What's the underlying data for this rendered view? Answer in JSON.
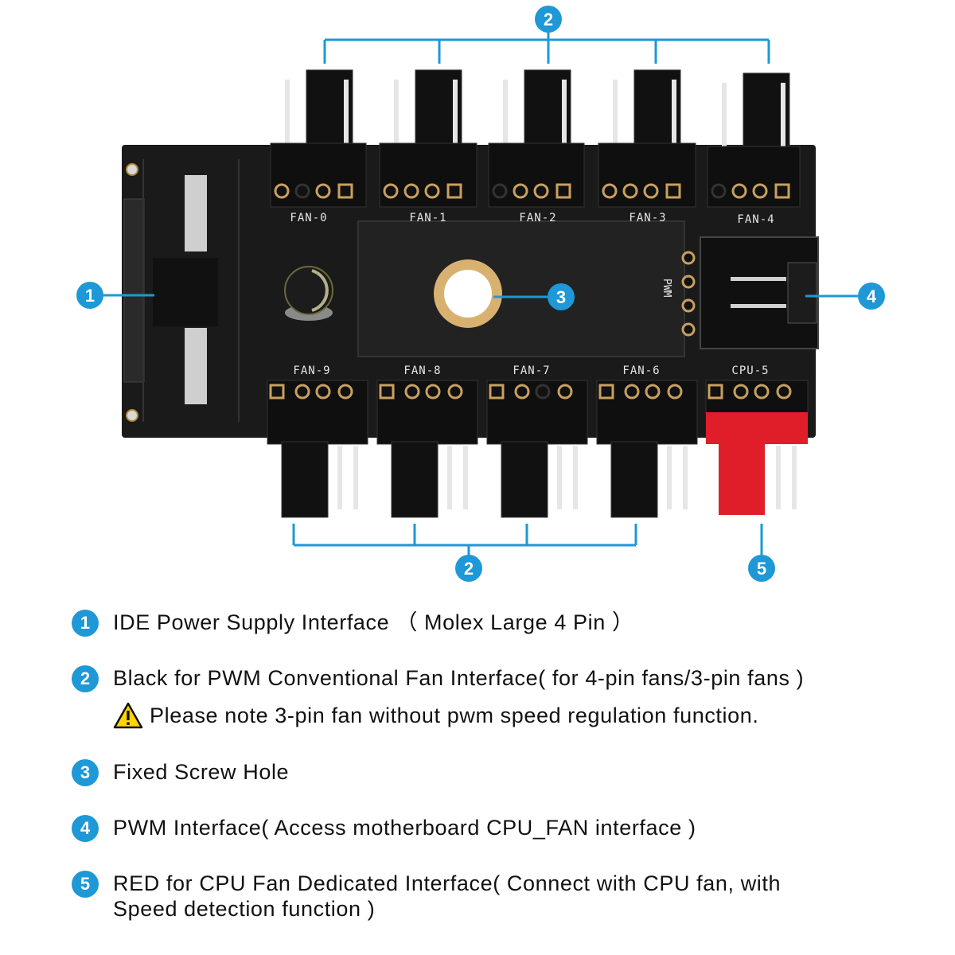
{
  "callouts": {
    "c1": "1",
    "c2_top": "2",
    "c2_bottom": "2",
    "c3": "3",
    "c4": "4",
    "c5": "5"
  },
  "board": {
    "top_ports": [
      "FAN-0",
      "FAN-1",
      "FAN-2",
      "FAN-3",
      "FAN-4"
    ],
    "bottom_ports": [
      "FAN-9",
      "FAN-8",
      "FAN-7",
      "FAN-6",
      "CPU-5"
    ],
    "pwm_label": "PWM"
  },
  "colors": {
    "accent": "#1e98d6",
    "board": "#1a1a1a",
    "connector": "#111111",
    "cpu_connector": "#e01e2a"
  },
  "legend": {
    "item1": {
      "num": "1",
      "text": "IDE Power Supply Interface （ Molex Large 4 Pin ）"
    },
    "item2": {
      "num": "2",
      "text": "Black for PWM Conventional Fan Interface( for 4-pin fans/3-pin fans )",
      "note_icon": "warning-icon",
      "note": "Please note 3-pin fan without pwm speed regulation function."
    },
    "item3": {
      "num": "3",
      "text": "Fixed Screw Hole"
    },
    "item4": {
      "num": "4",
      "text": "PWM Interface( Access motherboard CPU_FAN interface )"
    },
    "item5": {
      "num": "5",
      "text_line1": "RED for CPU Fan Dedicated Interface( Connect with CPU fan, with",
      "text_line2": "Speed detection function )"
    }
  }
}
